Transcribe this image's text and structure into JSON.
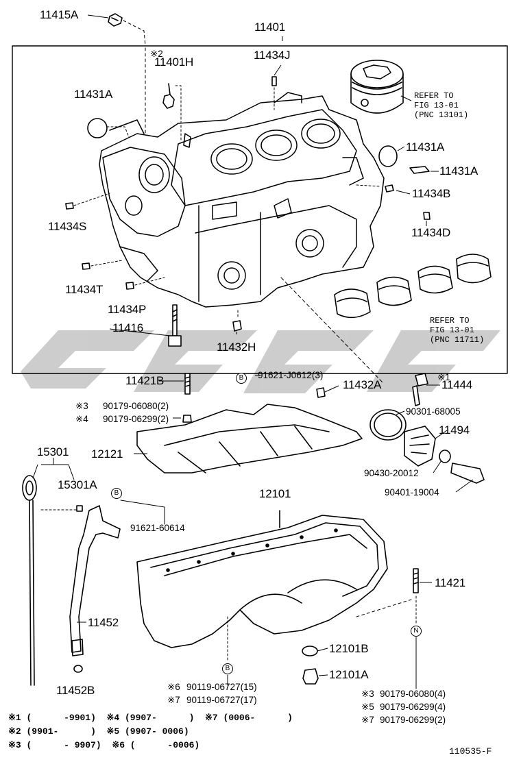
{
  "title": "110535-F",
  "colors": {
    "watermark": "#bdbdbd",
    "line": "#000000"
  },
  "labels": {
    "block": "11401",
    "bolt_top": "11415A",
    "h11401H": "11401H",
    "s11434J": "11434J",
    "plug_left": "11431A",
    "plug_r1": "11431A",
    "plug_r2": "11431A",
    "p11434B": "11434B",
    "p11434S": "11434S",
    "p11434D": "11434D",
    "p11434T": "11434T",
    "p11434P": "11434P",
    "p11416": "11416",
    "p11432H": "11432H",
    "p11421B": "11421B",
    "p11432A": "11432A",
    "p11444": "11444",
    "p12121": "12121",
    "p15301": "15301",
    "p15301A": "15301A",
    "p12101": "12101",
    "p11421": "11421",
    "p11452": "11452",
    "p11452B": "11452B",
    "p11494": "11494",
    "p12101B": "12101B",
    "p12101A": "12101A"
  },
  "refer_piston": [
    "REFER TO",
    "FIG 13-01",
    "(PNC 13101)"
  ],
  "refer_bearing": [
    "REFER TO",
    "FIG 13-01",
    "(PNC 11711)"
  ],
  "notes": {
    "mark2": "※2",
    "mark1": "※1",
    "b_9162106123": "91621-J0612(3)",
    "n90179_06080_2": "90179-06080(2)",
    "n90179_06299_2": "90179-06299(2)",
    "mk3": "※3",
    "mk4": "※4",
    "n91621_60614": "91621-60614",
    "n90301": "90301-68005",
    "n90430": "90430-20012",
    "n90401": "90401-19004",
    "mk6": "※6",
    "mk7": "※7",
    "n90119_15": "90119-06727(15)",
    "n90119_17": "90119-06727(17)",
    "mk3b": "※3",
    "mk5b": "※5",
    "mk7b": "※7",
    "n90179_06080_4": "90179-06080(4)",
    "n90179_06299_4": "90179-06299(4)",
    "n90179_06299_2b": "90179-06299(2)",
    "circleB": "B",
    "circleN": "N"
  },
  "legend": [
    "※1 (      -9901)  ※4 (9907-      )  ※7 (0006-      )",
    "※2 (9901-      )  ※5 (9907- 0006)",
    "※3 (      - 9907)  ※6 (      -0006)"
  ]
}
